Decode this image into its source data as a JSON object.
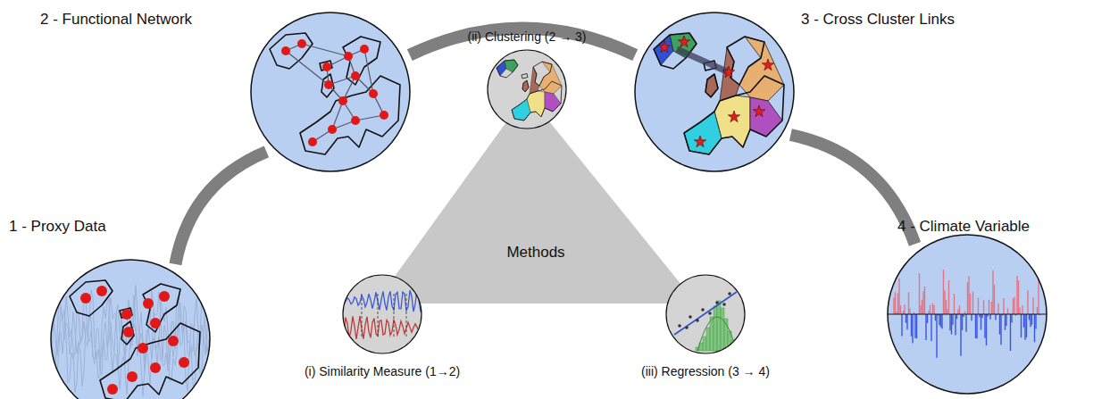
{
  "diagram": {
    "nodes": [
      {
        "text": [
          "1 - Proxy Data"
        ]
      },
      {
        "text": [
          "2 - Functional Network"
        ]
      },
      {
        "text": [
          "3 - Cross Cluster Links"
        ]
      },
      {
        "text": [
          "4 - Climate Variable"
        ]
      },
      {
        "text": [
          "Methods"
        ]
      },
      {
        "text": [
          "(i) Similarity Measure (1→2)"
        ]
      },
      {
        "text": [
          "(ii) Clustering (2 → 3)"
        ]
      },
      {
        "text": [
          "(iii) Regression (3 → 4)"
        ]
      }
    ],
    "edges": [
      {
        "from": 0,
        "to": 1,
        "arrow": "none"
      },
      {
        "from": 1,
        "to": 2,
        "arrow": "none"
      },
      {
        "from": 2,
        "to": 3,
        "arrow": "none"
      }
    ]
  }
}
